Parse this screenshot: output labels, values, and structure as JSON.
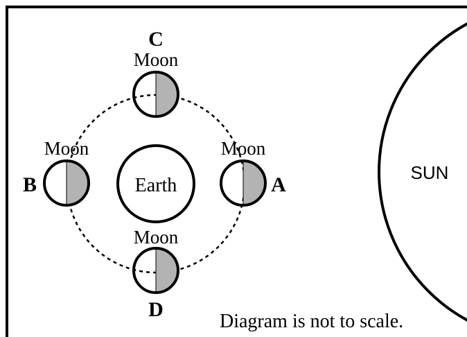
{
  "labels": {
    "moon_c": "Moon",
    "moon_b": "Moon",
    "moon_a": "Moon",
    "moon_d": "Moon",
    "letter_c": "C",
    "letter_b": "B",
    "letter_a": "A",
    "letter_d": "D",
    "earth": "Earth",
    "sun": "SUN",
    "note": "Diagram is not to scale."
  },
  "colors": {
    "line": "#000000",
    "shade": "#b3b3b3",
    "background": "#ffffff"
  }
}
